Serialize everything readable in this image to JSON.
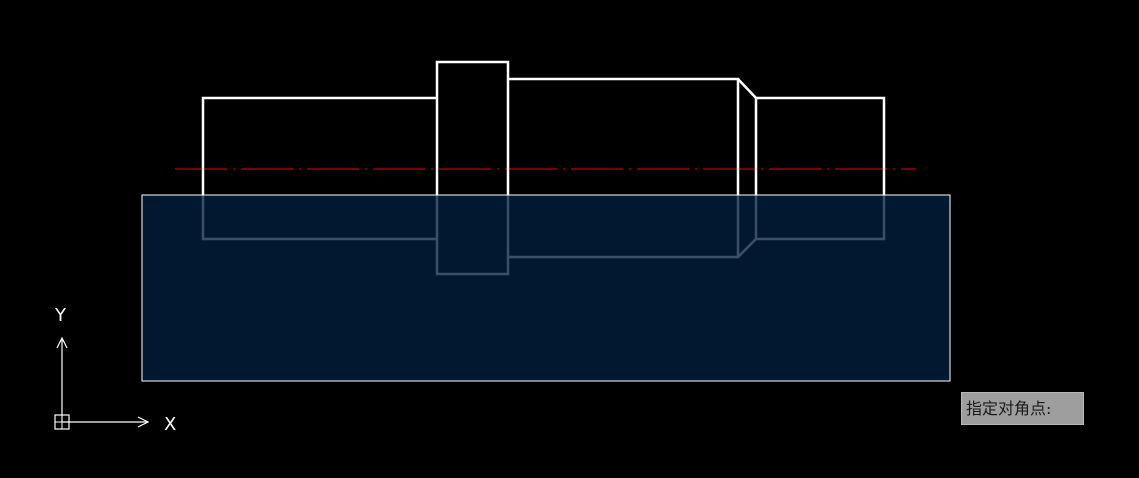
{
  "canvas": {
    "background_color": "#000000"
  },
  "drawing": {
    "outline_color": "#ffffff",
    "centerline_color": "#c00000"
  },
  "selection_window": {
    "fill_color": "#00203f",
    "border_color": "#ffffff"
  },
  "ucs_icon": {
    "x_label": "X",
    "y_label": "Y",
    "color": "#ffffff"
  },
  "command_prompt": {
    "text": "指定对角点:"
  }
}
